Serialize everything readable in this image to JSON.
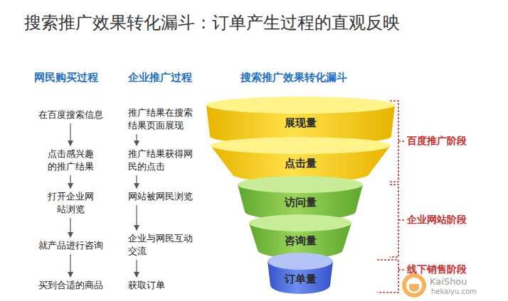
{
  "diagram": {
    "title": "搜索推广效果转化漏斗：订单产生过程的直观反映",
    "nodes": [
      {
        "text": [
          "在百度搜索信息"
        ]
      },
      {
        "text": [
          "点击感兴趣的推广结果"
        ]
      },
      {
        "text": [
          "打开企业网站浏览"
        ]
      },
      {
        "text": [
          "就产品进行咨询"
        ]
      },
      {
        "text": [
          "买到合适的商品"
        ]
      },
      {
        "text": [
          "推广结果在搜索结果页面展现"
        ]
      },
      {
        "text": [
          "推广结果获得网民的点击"
        ]
      },
      {
        "text": [
          "网站被网民浏览"
        ]
      },
      {
        "text": [
          "企业与网民互动交流"
        ]
      },
      {
        "text": [
          "获取订单"
        ]
      },
      {
        "text": [
          "展现量"
        ]
      },
      {
        "text": [
          "点击量"
        ]
      },
      {
        "text": [
          "访问量"
        ]
      },
      {
        "text": [
          "咨询量"
        ]
      },
      {
        "text": [
          "订单量"
        ]
      }
    ],
    "edges": [
      {
        "from": 0,
        "to": 1,
        "arrow": "to"
      },
      {
        "from": 1,
        "to": 2,
        "arrow": "to"
      },
      {
        "from": 2,
        "to": 3,
        "arrow": "to"
      },
      {
        "from": 3,
        "to": 4,
        "arrow": "to"
      },
      {
        "from": 5,
        "to": 6,
        "arrow": "to"
      },
      {
        "from": 6,
        "to": 7,
        "arrow": "to"
      },
      {
        "from": 7,
        "to": 8,
        "arrow": "to"
      },
      {
        "from": 8,
        "to": 9,
        "arrow": "to"
      }
    ],
    "labels": [
      "网民购买过程",
      "企业推广过程",
      "搜索推广效果转化漏斗",
      "百度推广阶段",
      "企业网站阶段",
      "线下销售阶段",
      "KaiShou",
      "hekaiyu.com"
    ]
  }
}
